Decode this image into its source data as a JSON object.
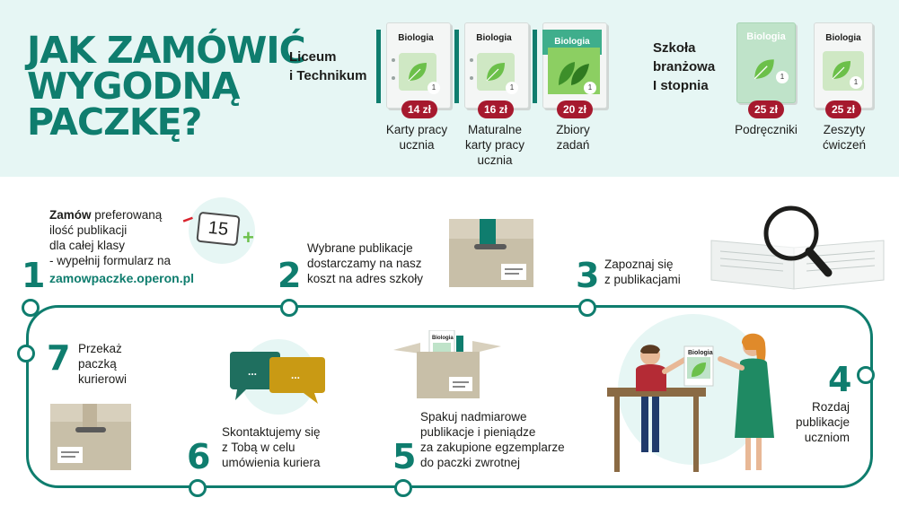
{
  "headline": {
    "line1": "JAK ZAMÓWIĆ",
    "line2": "WYGODNĄ",
    "line3": "PACZKĘ?"
  },
  "groups": {
    "liceum": {
      "line1": "Liceum",
      "line2": "i Technikum"
    },
    "branzowa": {
      "line1": "Szkoła",
      "line2": "branżowa",
      "line3": "I stopnia"
    }
  },
  "books": [
    {
      "title": "Biologia",
      "number": "1",
      "price": "14 zł",
      "caption": [
        "Karty pracy",
        "ucznia"
      ]
    },
    {
      "title": "Biologia",
      "number": "1",
      "price": "16 zł",
      "caption": [
        "Maturalne",
        "karty pracy",
        "ucznia"
      ]
    },
    {
      "title": "Biologia",
      "number": "1",
      "price": "20 zł",
      "caption": [
        "Zbiory",
        "zadań"
      ]
    },
    {
      "title": "Biologia",
      "number": "1",
      "price": "25 zł",
      "caption": [
        "Podręczniki"
      ]
    },
    {
      "title": "Biologia",
      "number": "1",
      "price": "25 zł",
      "caption": [
        "Zeszyty",
        "ćwiczeń"
      ]
    }
  ],
  "counter": {
    "value": "15",
    "minus": "−",
    "plus": "+"
  },
  "steps": [
    {
      "number": "1",
      "bold": "Zamów",
      "lines": [
        " preferowaną",
        "ilość publikacji",
        "dla całej klasy",
        "- wypełnij formularz na"
      ],
      "link": "zamowpaczke.operon.pl"
    },
    {
      "number": "2",
      "lines": [
        "Wybrane publikacje",
        "dostarczamy na nasz",
        "koszt na adres szkoły"
      ]
    },
    {
      "number": "3",
      "lines": [
        "Zapoznaj się",
        "z publikacjami"
      ]
    },
    {
      "number": "4",
      "lines": [
        "Rozdaj",
        "publikacje",
        "uczniom"
      ]
    },
    {
      "number": "5",
      "lines": [
        "Spakuj nadmiarowe",
        "publikacje i pieniądze",
        "za zakupione egzemplarze",
        "do paczki zwrotnej"
      ]
    },
    {
      "number": "6",
      "lines": [
        "Skontaktujemy się",
        "z Tobą w celu",
        "umówienia kuriera"
      ]
    },
    {
      "number": "7",
      "lines": [
        "Przekaż",
        "paczką",
        "kurierowi"
      ]
    }
  ],
  "chat": {
    "bubble1": "...",
    "bubble2": "..."
  },
  "scene_book": {
    "title": "Biologia",
    "number": "1"
  },
  "colors": {
    "brand_green": "#0f7d6e",
    "price_red": "#a6192e",
    "band_bg": "#e6f6f4",
    "chat_green": "#1f6f5f",
    "chat_gold": "#c99a14"
  }
}
